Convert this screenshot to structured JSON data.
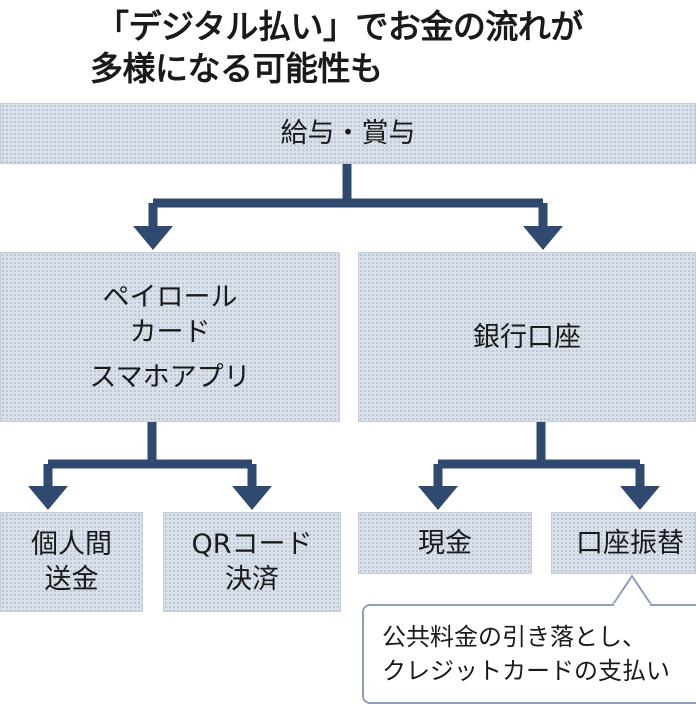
{
  "title": {
    "line1": "「デジタル払い」でお金の流れが",
    "line2": "多様になる可能性も"
  },
  "nodes": {
    "salary": "給与・賞与",
    "payroll_card": [
      "ペイロール",
      "カード",
      "スマホアプリ"
    ],
    "bank_account": "銀行口座",
    "p2p_transfer": [
      "個人間",
      "送金"
    ],
    "qr_payment": [
      "QRコード",
      "決済"
    ],
    "cash": "現金",
    "account_transfer": "口座振替"
  },
  "note": {
    "line1": "公共料金の引き落とし、",
    "line2": "クレジットカードの支払い"
  },
  "colors": {
    "arrow": "#2f4a6e",
    "box_fill": "#d9e0ea",
    "note_border": "#8ea0b8"
  }
}
